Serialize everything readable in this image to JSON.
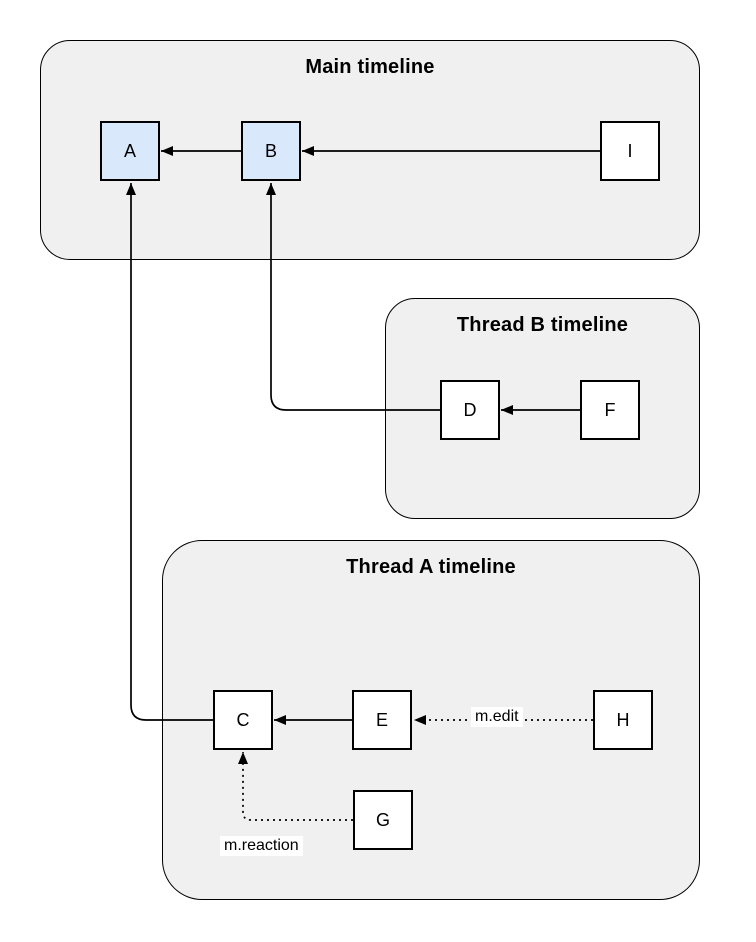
{
  "diagram": {
    "groups": [
      {
        "id": "main",
        "title": "Main timeline"
      },
      {
        "id": "thread-b",
        "title": "Thread B timeline"
      },
      {
        "id": "thread-a",
        "title": "Thread A timeline"
      }
    ],
    "nodes": [
      {
        "id": "A",
        "label": "A",
        "group": "main",
        "fill": "#dae8fc"
      },
      {
        "id": "B",
        "label": "B",
        "group": "main",
        "fill": "#dae8fc"
      },
      {
        "id": "I",
        "label": "I",
        "group": "main",
        "fill": "#ffffff"
      },
      {
        "id": "D",
        "label": "D",
        "group": "thread-b",
        "fill": "#ffffff"
      },
      {
        "id": "F",
        "label": "F",
        "group": "thread-b",
        "fill": "#ffffff"
      },
      {
        "id": "C",
        "label": "C",
        "group": "thread-a",
        "fill": "#ffffff"
      },
      {
        "id": "E",
        "label": "E",
        "group": "thread-a",
        "fill": "#ffffff"
      },
      {
        "id": "H",
        "label": "H",
        "group": "thread-a",
        "fill": "#ffffff"
      },
      {
        "id": "G",
        "label": "G",
        "group": "thread-a",
        "fill": "#ffffff"
      }
    ],
    "edges": [
      {
        "from": "B",
        "to": "A",
        "style": "solid",
        "label": ""
      },
      {
        "from": "I",
        "to": "B",
        "style": "solid",
        "label": ""
      },
      {
        "from": "F",
        "to": "D",
        "style": "solid",
        "label": ""
      },
      {
        "from": "E",
        "to": "C",
        "style": "solid",
        "label": ""
      },
      {
        "from": "H",
        "to": "E",
        "style": "dotted",
        "label": "m.edit"
      },
      {
        "from": "G",
        "to": "C",
        "style": "dotted",
        "label": "m.reaction"
      },
      {
        "from": "C",
        "to": "A",
        "style": "solid",
        "label": ""
      },
      {
        "from": "D",
        "to": "B",
        "style": "solid",
        "label": ""
      }
    ],
    "colors": {
      "group_fill": "#f0f0f0",
      "node_blue_fill": "#dae8fc",
      "node_white_fill": "#ffffff",
      "stroke": "#000000",
      "background": "#ffffff"
    }
  }
}
